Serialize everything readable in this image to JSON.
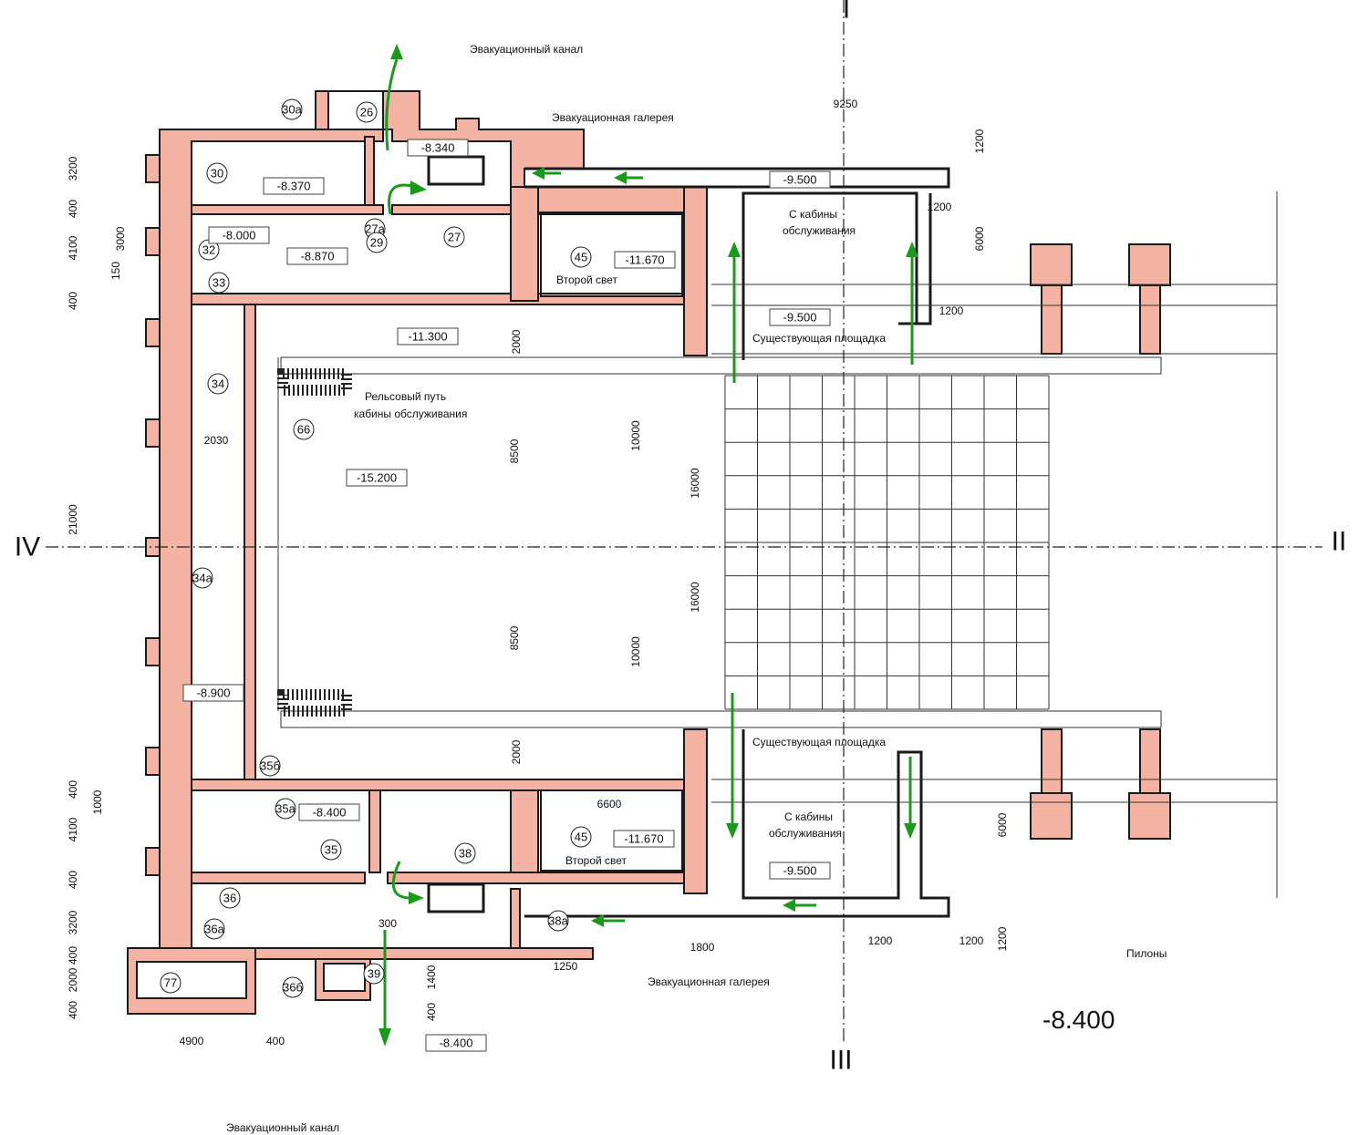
{
  "title_level": "-8.400",
  "axes": [
    "IV",
    "II",
    "III",
    "I"
  ],
  "annotations": [
    "Эвакуационный канал",
    "Эвакуационная галерея",
    "С кабины",
    "обслуживания",
    "Существующая площадка",
    "Рельсовый путь",
    "кабины обслуживания",
    "Второй свет",
    "Второй свет",
    "Существующая площадка",
    "С кабины",
    "обслуживания",
    "Эвакуационная галерея",
    "Пилоны",
    "Эвакуационный канал"
  ],
  "rooms": [
    "30а",
    "26",
    "30",
    "32",
    "33",
    "27а",
    "29",
    "27",
    "45",
    "34",
    "66",
    "34а",
    "35б",
    "35а",
    "35",
    "38",
    "36",
    "36а",
    "38а",
    "39",
    "36б",
    "77",
    "45"
  ],
  "elevations": [
    "-8.340",
    "-8.370",
    "-8.000",
    "-8.870",
    "-11.670",
    "-9.500",
    "-9.500",
    "-11.300",
    "-15.200",
    "-8.900",
    "-8.400",
    "-11.670",
    "-9.500",
    "-8.400"
  ],
  "dimensions": [
    "9250",
    "1200",
    "6000",
    "1200",
    "1200",
    "3200",
    "400",
    "4100",
    "3000",
    "150",
    "400",
    "2030",
    "21000",
    "2000",
    "8500",
    "10000",
    "16000",
    "16000",
    "8500",
    "10000",
    "2000",
    "400",
    "1000",
    "4100",
    "400",
    "3200",
    "400",
    "2000",
    "400",
    "4900",
    "400",
    "300",
    "1400",
    "400",
    "1250",
    "1800",
    "6600",
    "6000",
    "1200",
    "1200",
    "1200"
  ],
  "colors": {
    "wall": "#f5b3a3",
    "evacuation_arrow": "#1a9a1a"
  }
}
